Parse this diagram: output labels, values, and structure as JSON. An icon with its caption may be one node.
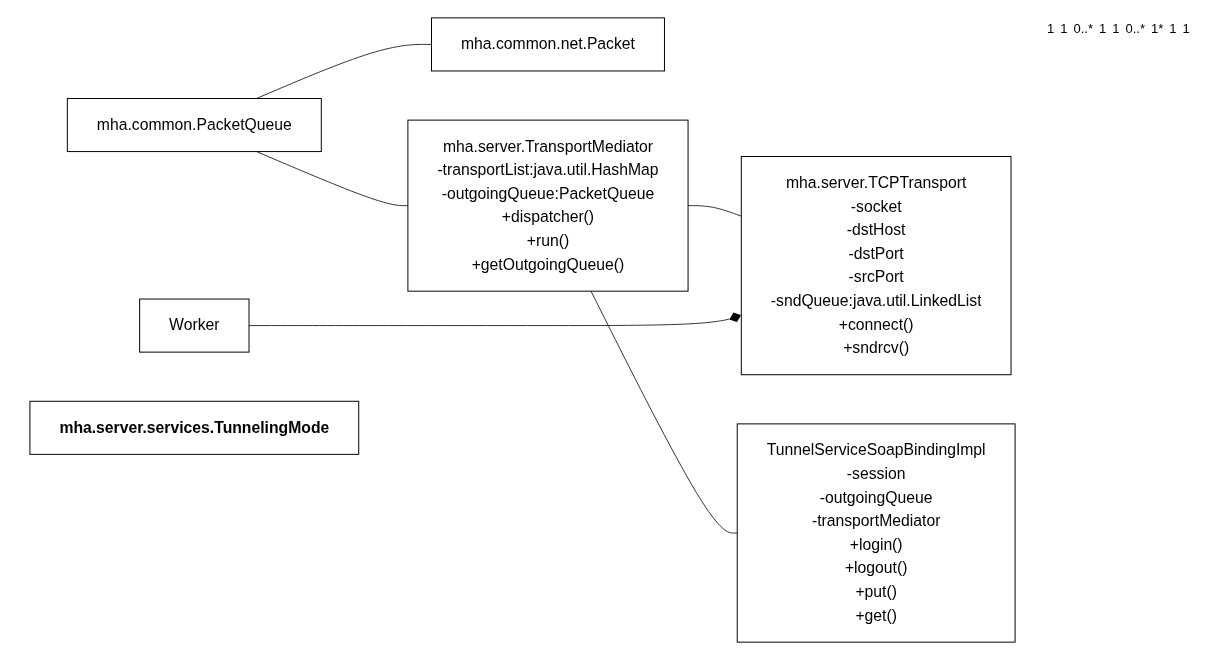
{
  "diagram": {
    "nodes": [
      {
        "text": [
          "mha.common.PacketQueue"
        ]
      },
      {
        "text": [
          "mha.common.net.Packet"
        ]
      },
      {
        "text": [
          "mha.server.TransportMediator",
          "-transportList:java.util.HashMap",
          "-outgoingQueue:PacketQueue",
          "+dispatcher()",
          "+run()",
          "+getOutgoingQueue()"
        ]
      },
      {
        "text": [
          "mha.server.TCPTransport",
          "-socket",
          "-dstHost",
          "-dstPort",
          "-srcPort",
          "-sndQueue:java.util.LinkedList",
          "+connect()",
          "+sndrcv()"
        ]
      },
      {
        "text": [
          "Worker"
        ]
      },
      {
        "text": [
          "TunnelServiceSoapBindingImpl",
          "-session",
          "-outgoingQueue",
          "-transportMediator",
          "+login()",
          "+logout()",
          "+put()",
          "+get()"
        ]
      },
      {
        "text": [
          "mha.server.services.TunnelingMode"
        ]
      }
    ],
    "edges": [
      {
        "from": 0,
        "to": 1,
        "arrow": "none"
      },
      {
        "from": 0,
        "to": 2,
        "arrow": "none"
      },
      {
        "from": 2,
        "to": 3,
        "arrow": "none"
      },
      {
        "from": 3,
        "to": 4,
        "arrow": "other"
      },
      {
        "from": 2,
        "to": 5,
        "arrow": "none"
      }
    ],
    "labels": [
      "1",
      "1",
      "0..*",
      "1",
      "1",
      "0..*",
      "1*",
      "1",
      "1"
    ]
  }
}
